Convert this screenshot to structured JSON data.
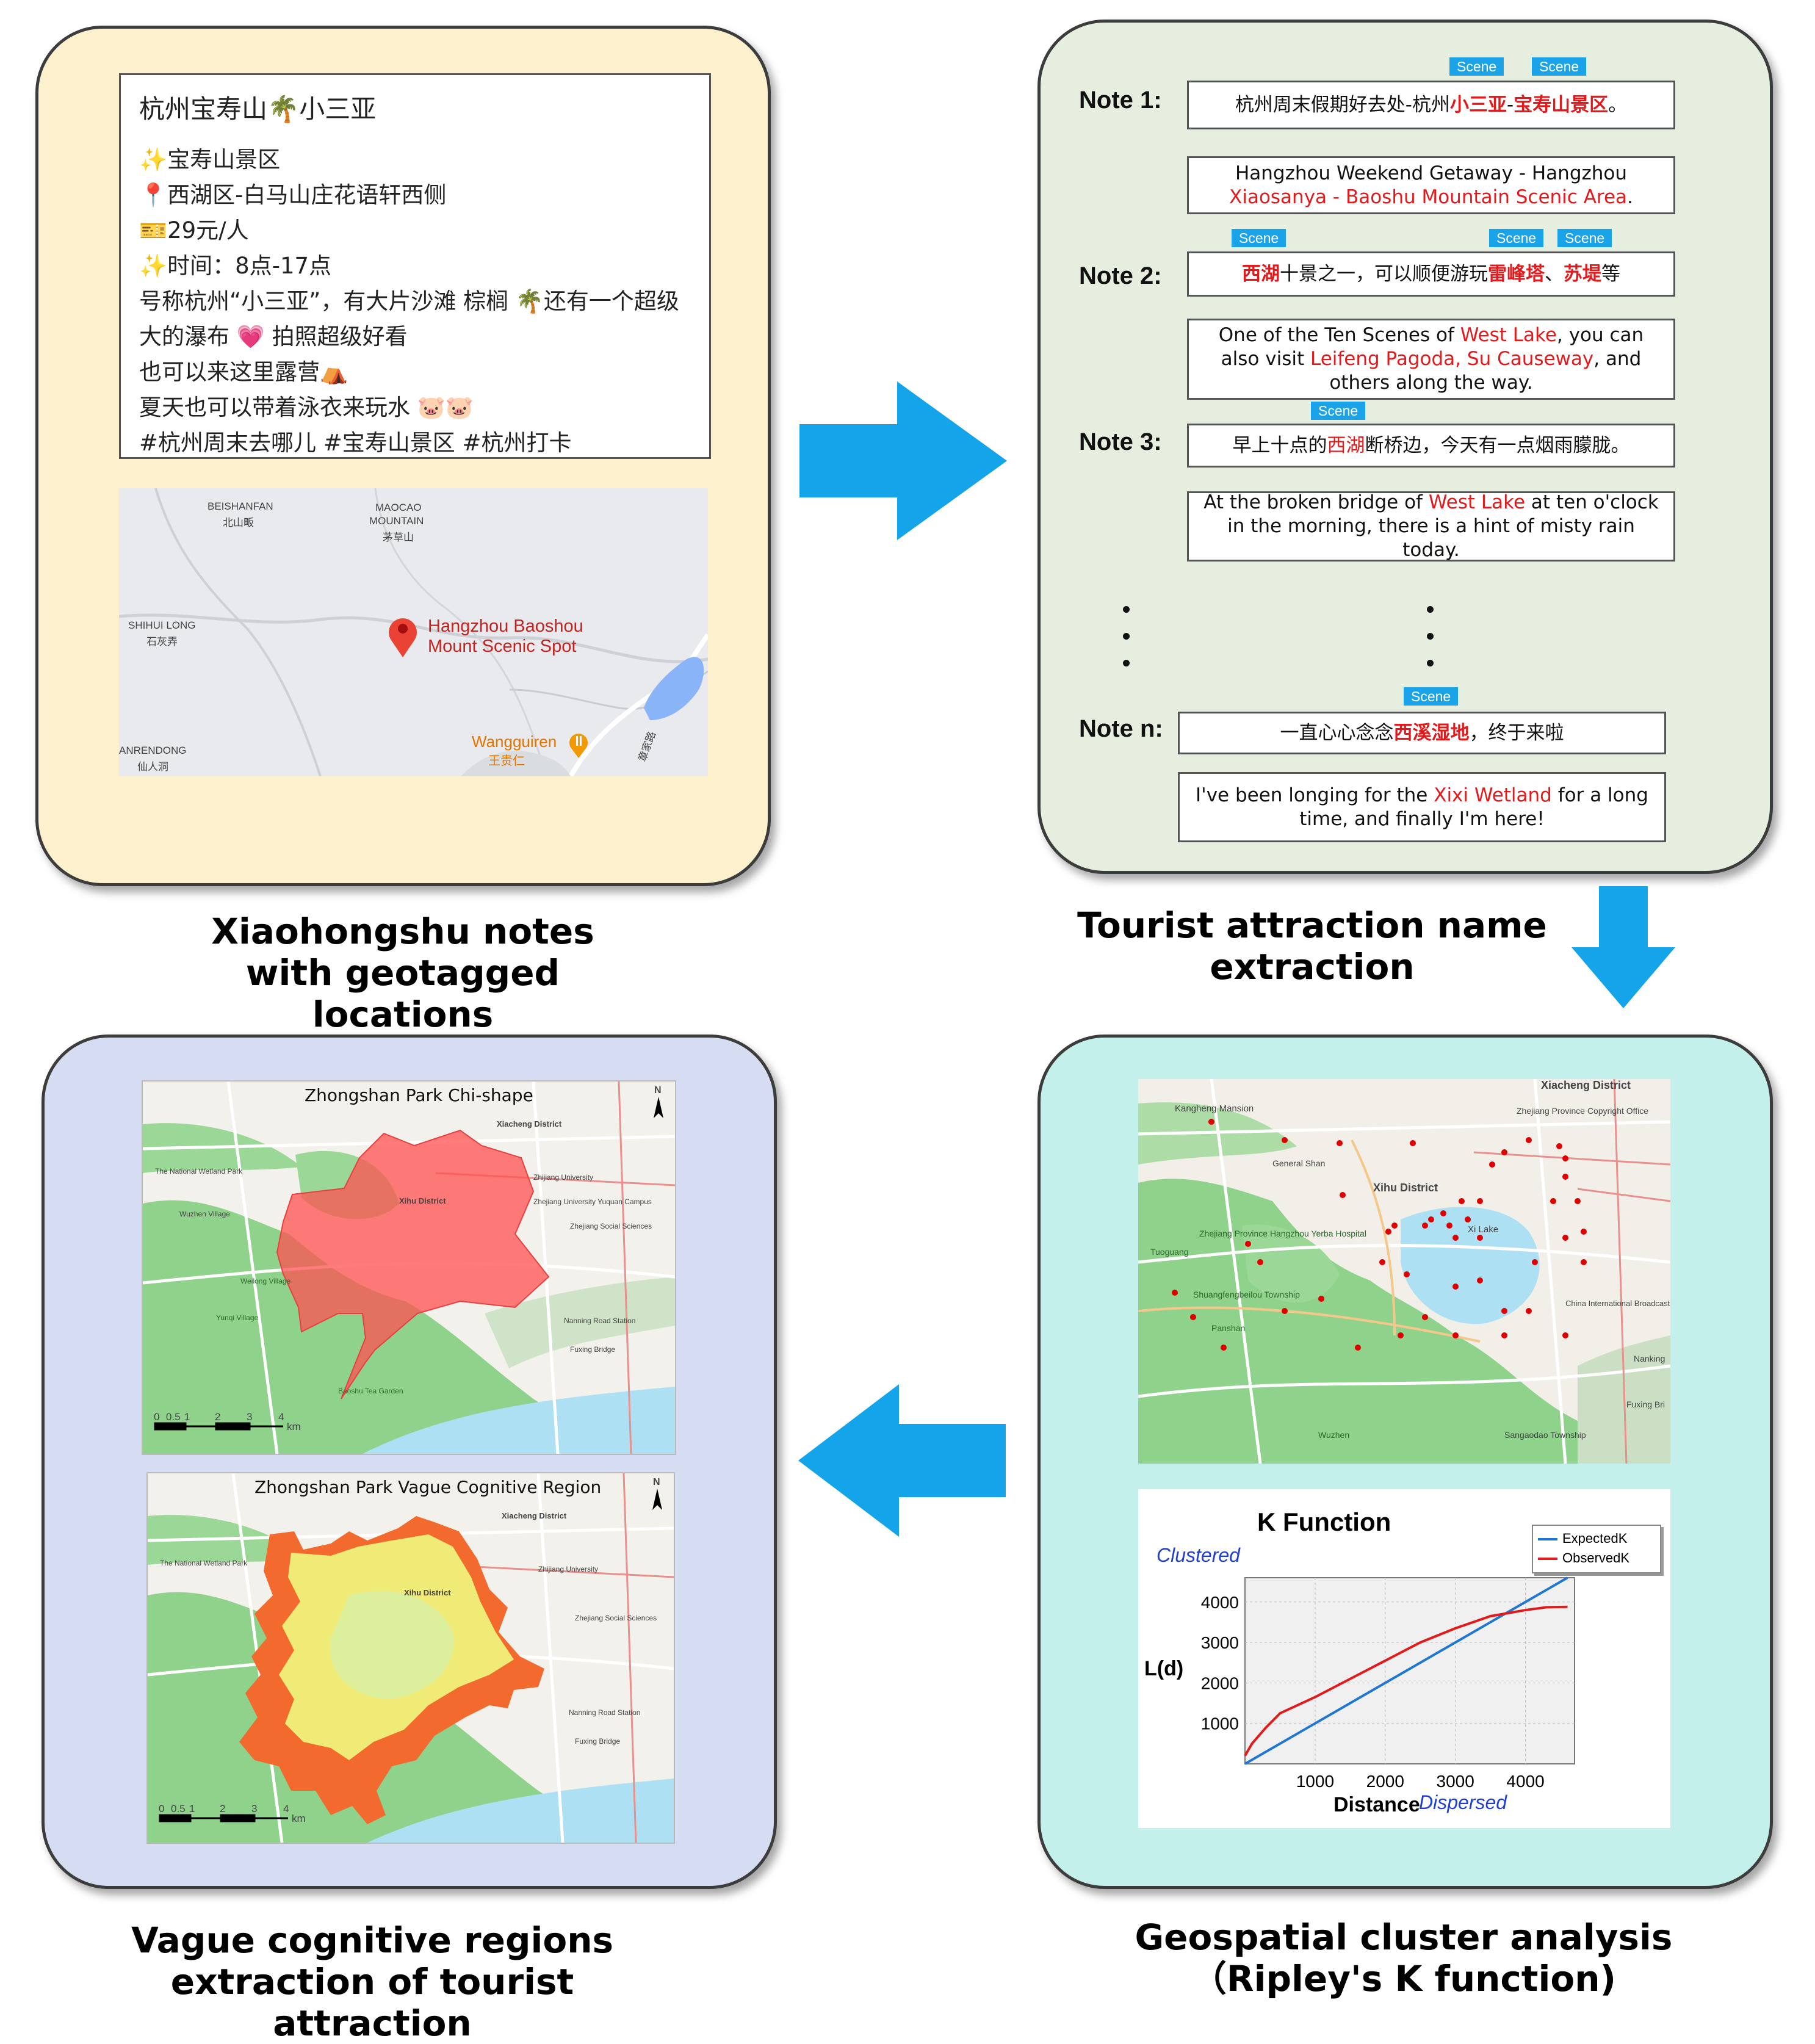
{
  "captions": {
    "notes": "Xiaohongshu notes with geotagged locations",
    "extraction": "Tourist attraction name extraction",
    "cluster": "Geospatial cluster analysis（Ripley's K function)",
    "regions": "Vague cognitive regions extraction of tourist attraction"
  },
  "post": {
    "title": "杭州宝寿山🌴小三亚",
    "lines": [
      "✨宝寿山景区",
      "📍西湖区-白马山庄花语轩西侧",
      "🎫29元/人",
      "✨时间：8点-17点",
      "号称杭州“小三亚”，有大片沙滩 棕榈 🌴还有一个超级",
      "大的瀑布 💗 拍照超级好看",
      "也可以来这里露营⛺",
      "夏天也可以带着泳衣来玩水 🐷🐷",
      "#杭州周末去哪儿 #宝寿山景区 #杭州打卡"
    ]
  },
  "location_map": {
    "labels": [
      "BEISHANFAN",
      "北山畈",
      "MAOCAO",
      "MOUNTAIN",
      "茅草山",
      "SHIHUI LONG",
      "石灰弄",
      "ANRENDONG",
      "仙人洞",
      "Wangguiren",
      "王贵仁",
      "章家路"
    ],
    "pin_label_1": "Hangzhou Baoshou",
    "pin_label_2": "Mount Scenic Spot"
  },
  "tag_label": "Scene",
  "notes": [
    {
      "label": "Note 1:",
      "zh": [
        [
          "杭州周末假期好去处-杭州",
          ""
        ],
        [
          "小三亚",
          "redb"
        ],
        [
          "-",
          ""
        ],
        [
          "宝寿山景区",
          "redb"
        ],
        [
          "。",
          ""
        ]
      ],
      "en": [
        [
          "Hangzhou Weekend Getaway - Hangzhou ",
          ""
        ],
        [
          "Xiaosanya - Baoshu Mountain Scenic Area",
          "red"
        ],
        [
          ".",
          ""
        ]
      ]
    },
    {
      "label": "Note 2:",
      "zh": [
        [
          "西湖",
          "redb"
        ],
        [
          "十景之一，可以顺便游玩",
          ""
        ],
        [
          "雷峰塔",
          "redb"
        ],
        [
          "、",
          ""
        ],
        [
          "苏堤",
          "redb"
        ],
        [
          "等",
          ""
        ]
      ],
      "en": [
        [
          "One of the Ten Scenes of ",
          ""
        ],
        [
          "West Lake",
          "red"
        ],
        [
          ", you can also visit ",
          ""
        ],
        [
          "Leifeng Pagoda, Su Causeway",
          "red"
        ],
        [
          ", and others along the way.",
          ""
        ]
      ]
    },
    {
      "label": "Note 3:",
      "zh": [
        [
          "早上十点的",
          ""
        ],
        [
          "西湖",
          "red"
        ],
        [
          "断桥边，今天有一点烟雨朦胧。",
          ""
        ]
      ],
      "en": [
        [
          "At the broken bridge of ",
          ""
        ],
        [
          "West Lake",
          "red"
        ],
        [
          " at ten o'clock in the morning, there is a hint of misty rain today.",
          ""
        ]
      ]
    },
    {
      "label": "Note n:",
      "zh": [
        [
          "一直心心念念",
          ""
        ],
        [
          "西溪湿地",
          "redb"
        ],
        [
          "，终于来啦",
          ""
        ]
      ],
      "en": [
        [
          "I've been longing for the ",
          ""
        ],
        [
          "Xixi Wetland",
          "red"
        ],
        [
          " for a long time, and finally I'm here!",
          ""
        ]
      ]
    }
  ],
  "cluster_map": {
    "labels": [
      "Xiacheng District",
      "Kangheng Mansion",
      "Zhejiang Province Copyright Office",
      "General Shan",
      "Xihu District",
      "Xi Lake",
      "Zhejiang Province Hangzhou Yerba Hospital",
      "Tuoguang",
      "Shuangfengbeilou Township",
      "China International Broadcasting Station",
      "Panshan",
      "Nanking",
      "Fuxing Bri",
      "Sangaodao Township",
      "Wuzhen"
    ]
  },
  "chart_data": {
    "type": "line",
    "title": "K Function",
    "xlabel": "Distance",
    "ylabel": "L(d)",
    "xlim": [
      0,
      4700
    ],
    "ylim": [
      0,
      4600
    ],
    "xticks": [
      1000,
      2000,
      3000,
      4000
    ],
    "yticks": [
      1000,
      2000,
      3000,
      4000
    ],
    "annotations": [
      "Clustered",
      "Dispersed"
    ],
    "legend_position": "top-right",
    "grid": true,
    "series": [
      {
        "name": "ExpectedK",
        "color": "#1f77d4",
        "x": [
          0,
          500,
          1000,
          1500,
          2000,
          2500,
          3000,
          3500,
          4000,
          4500,
          4600
        ],
        "y": [
          0,
          500,
          1000,
          1500,
          2000,
          2500,
          3000,
          3500,
          4000,
          4500,
          4600
        ]
      },
      {
        "name": "ObservedK",
        "color": "#e31a1c",
        "x": [
          0,
          100,
          300,
          500,
          1000,
          1500,
          2000,
          2500,
          3000,
          3500,
          4000,
          4300,
          4600
        ],
        "y": [
          200,
          500,
          900,
          1250,
          1650,
          2100,
          2550,
          3000,
          3350,
          3650,
          3800,
          3870,
          3880
        ]
      }
    ]
  },
  "park_maps": {
    "chi_title": "Zhongshan Park Chi-shape",
    "vague_title": "Zhongshan Park Vague Cognitive Region",
    "labels": [
      "Xiacheng District",
      "Xihu District",
      "The National Wetland Park",
      "Zhijiang University",
      "Wuzhen Village",
      "Zhejiang University Yuquan Campus",
      "Fuxing Bridge",
      "Zhejiang Social Sciences",
      "Nanning Road Station",
      "Weilong Village",
      "Yunqi Village",
      "Baoshu Tea Garden"
    ],
    "scale_labels": [
      "0",
      "0.5",
      "1",
      "2",
      "3",
      "4"
    ],
    "scale_unit": "km",
    "north": "N"
  }
}
